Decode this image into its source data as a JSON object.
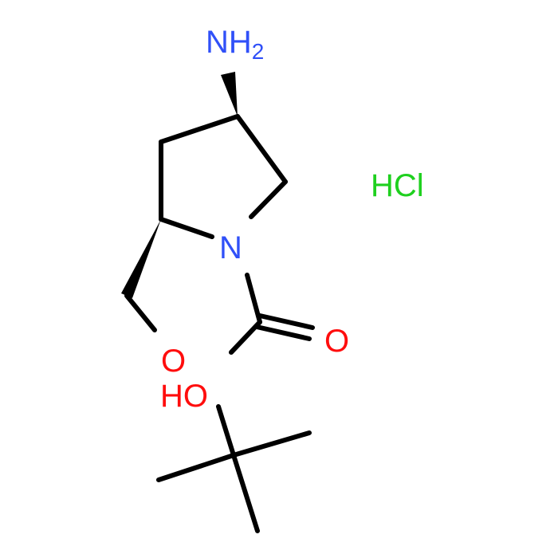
{
  "colors": {
    "bond": "#000000",
    "nitrogen": "#3050f8",
    "oxygen": "#ff0d0d",
    "chlorine": "#1fd01f"
  },
  "atoms": {
    "amine": {
      "main": "NH",
      "sub": "2"
    },
    "ring_nitrogen": "N",
    "hydroxyl": "HO",
    "carbonyl_oxygen": "O",
    "ester_oxygen": "O",
    "salt": "HCl"
  }
}
